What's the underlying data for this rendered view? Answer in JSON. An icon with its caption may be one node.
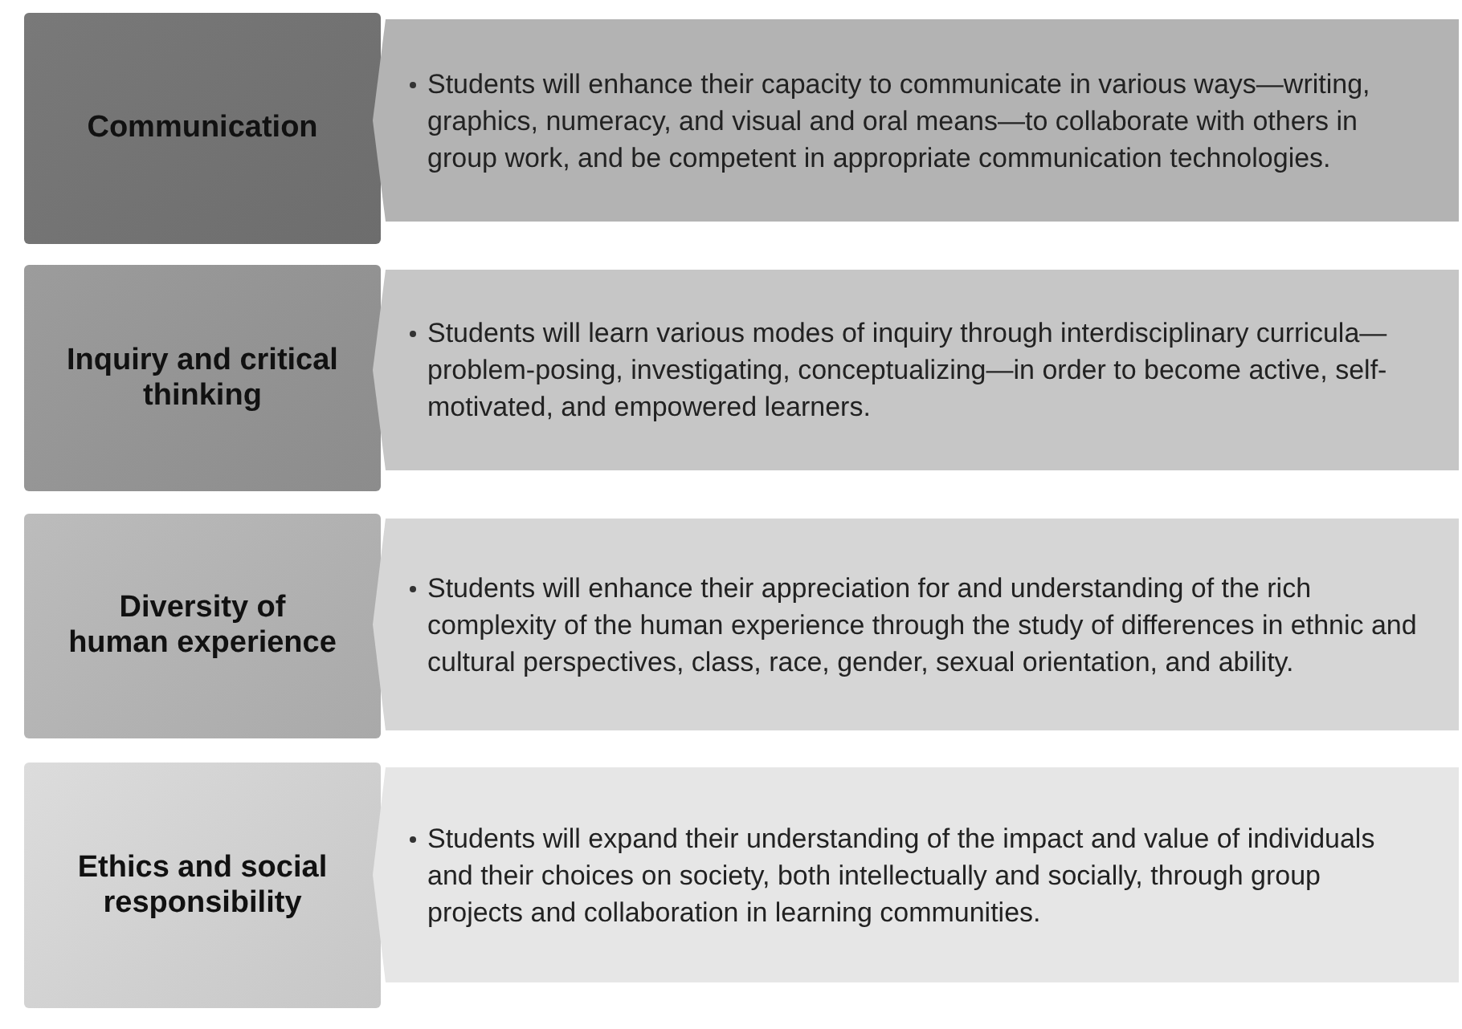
{
  "diagram": {
    "nodes": [
      {
        "text": [
          "Communication"
        ]
      },
      {
        "text": [
          "Students will enhance their capacity to communicate in various ways—writing, graphics, numeracy, and visual and oral means—to collaborate with others in group work, and be competent in appropriate communication technologies."
        ]
      },
      {
        "text": [
          "Inquiry and critical thinking"
        ]
      },
      {
        "text": [
          "Students will learn various modes of inquiry through interdisciplinary curricula—problem-posing, investigating, conceptualizing—in order to become active, self-motivated, and empowered learners."
        ]
      },
      {
        "text": [
          "Diversity of human experience"
        ]
      },
      {
        "text": [
          "Students will enhance their appreciation for and understanding of the rich complexity of the human experience through the study of differences in ethnic and cultural perspectives, class, race, gender, sexual orientation, and ability."
        ]
      },
      {
        "text": [
          "Ethics and social responsibility"
        ]
      },
      {
        "text": [
          "Students will expand their understanding of the impact and value of individuals and their choices on society, both intellectually and socially, through group projects and collaboration in learning communities."
        ]
      }
    ]
  }
}
